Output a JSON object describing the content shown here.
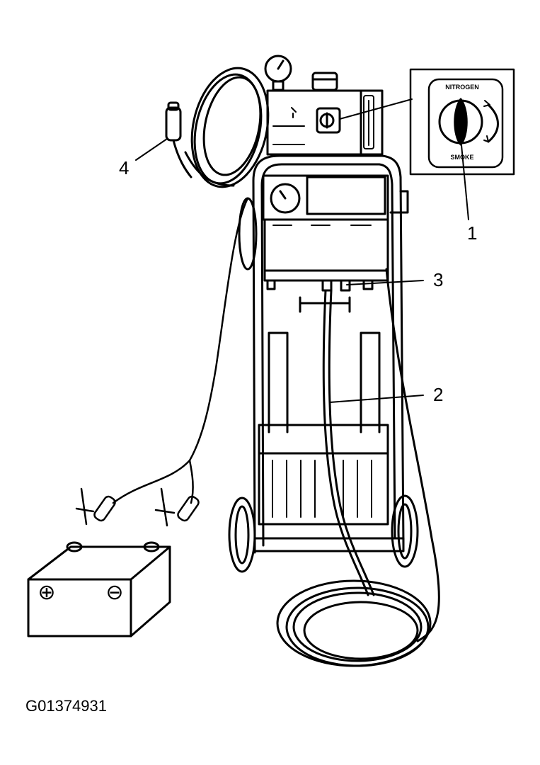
{
  "figure_id": "G01374931",
  "callouts": [
    {
      "label": "1"
    },
    {
      "label": "2"
    },
    {
      "label": "3"
    },
    {
      "label": "4"
    }
  ],
  "selector": {
    "top_label": "NITROGEN",
    "bottom_label": "SMOKE"
  },
  "battery": {
    "positive_symbol": "⊕",
    "negative_symbol": "⊖"
  },
  "colors": {
    "line": "#000000",
    "background": "#ffffff"
  }
}
